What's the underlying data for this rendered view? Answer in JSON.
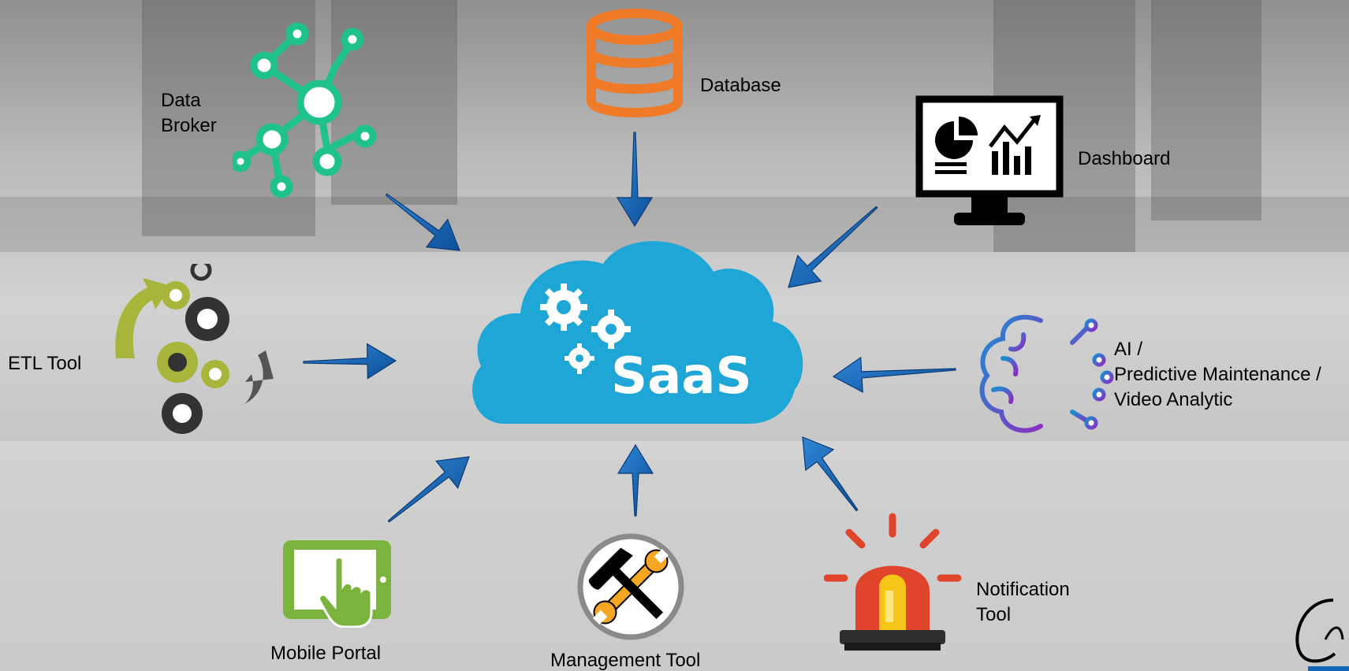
{
  "center": {
    "label": "SaaS",
    "icon": "saas-cloud-icon"
  },
  "nodes": {
    "data_broker": {
      "label_line1": "Data",
      "label_line2": "Broker",
      "icon": "network-icon"
    },
    "database": {
      "label": "Database",
      "icon": "database-icon"
    },
    "dashboard": {
      "label": "Dashboard",
      "icon": "monitor-chart-icon"
    },
    "etl_tool": {
      "label": "ETL Tool",
      "icon": "gears-icon"
    },
    "ai": {
      "label_line1": "AI /",
      "label_line2": "Predictive Maintenance /",
      "label_line3": "Video Analytic",
      "icon": "brain-circuit-icon"
    },
    "mobile_portal": {
      "label": "Mobile Portal",
      "icon": "tablet-touch-icon"
    },
    "management_tool": {
      "label": "Management Tool",
      "icon": "wrench-hammer-icon"
    },
    "notification_tool": {
      "label_line1": "Notification",
      "label_line2": "Tool",
      "icon": "alarm-siren-icon"
    }
  },
  "colors": {
    "cloud": "#1ea6d6",
    "arrow": "#1565b8",
    "broker_green": "#1fc38a",
    "database_orange": "#ef7a28",
    "ai_purple": "#7a3fc0",
    "tablet_green": "#7ab33e",
    "siren_red": "#e0442b"
  }
}
